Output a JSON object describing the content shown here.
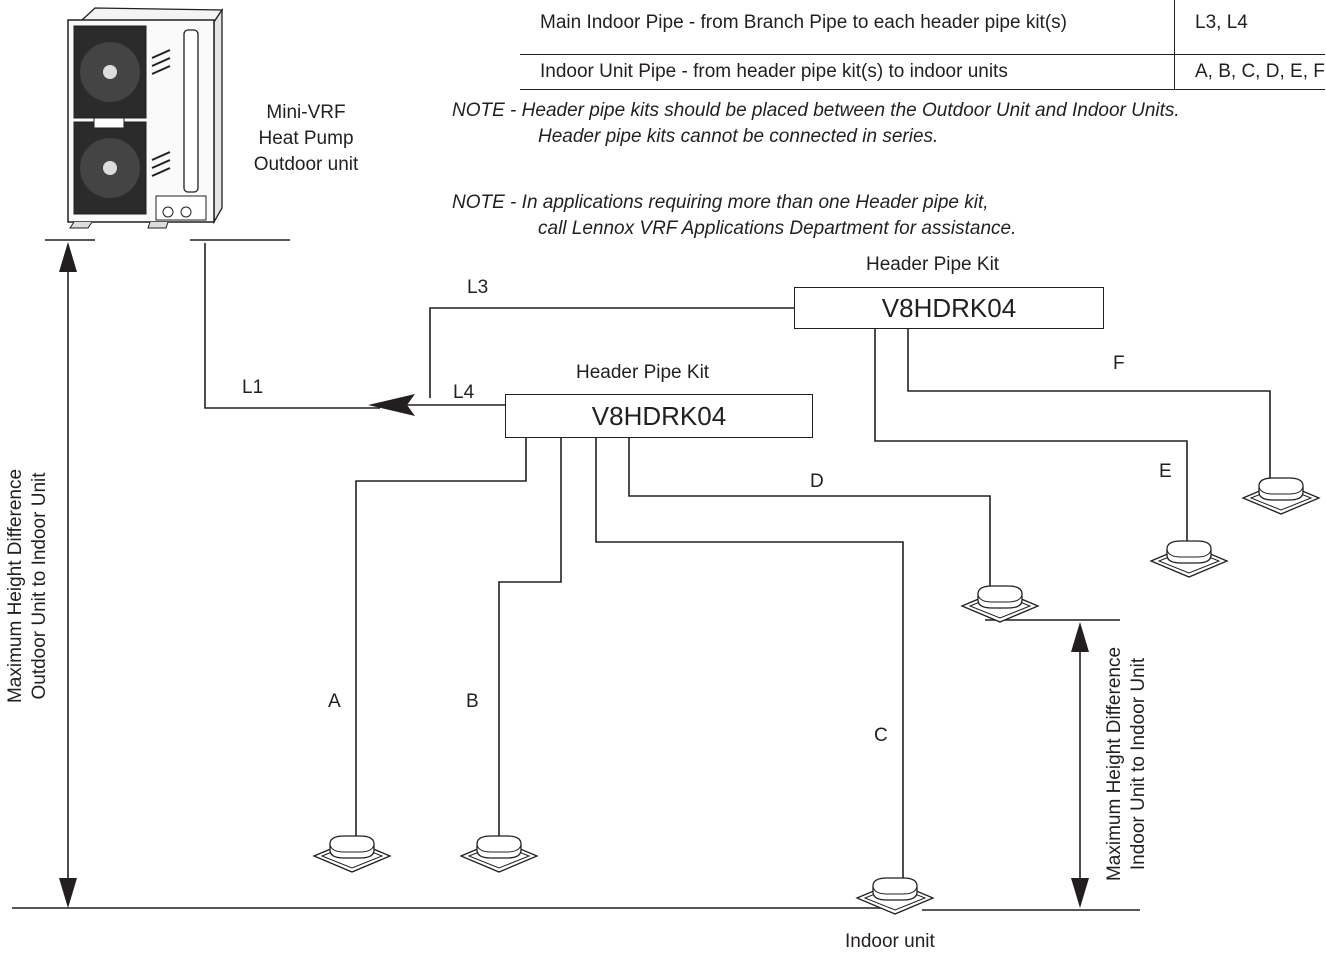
{
  "table": {
    "rows": [
      {
        "description": "Main Indoor Pipe - from Branch Pipe to each header pipe kit(s)",
        "pipes": "L3, L4"
      },
      {
        "description": "Indoor Unit Pipe - from header pipe kit(s) to indoor units",
        "pipes": "A, B, C, D, E, F"
      }
    ]
  },
  "notes": {
    "note1_prefix": "NOTE - ",
    "note1_line1": "Header pipe kits should be placed between the Outdoor Unit and Indoor Units.",
    "note1_line2": "Header pipe kits cannot be connected in series.",
    "note2_prefix": "NOTE - ",
    "note2_line1": "In applications requiring more than one Header pipe kit,",
    "note2_line2": "call Lennox VRF Applications Department for assistance."
  },
  "outdoor_unit": {
    "line1": "Mini-VRF",
    "line2": "Heat Pump",
    "line3": "Outdoor unit"
  },
  "kits": [
    {
      "title": "Header Pipe Kit",
      "model": "V8HDRK04"
    },
    {
      "title": "Header Pipe Kit",
      "model": "V8HDRK04"
    }
  ],
  "pipe_labels": {
    "L1": "L1",
    "L3": "L3",
    "L4": "L4",
    "A": "A",
    "B": "B",
    "C": "C",
    "D": "D",
    "E": "E",
    "F": "F"
  },
  "dimensions": {
    "outdoor_line1": "Maximum Height Difference",
    "outdoor_line2": "Outdoor Unit to Indoor Unit",
    "indoor_line1": "Maximum Height Difference",
    "indoor_line2": "Indoor Unit to Indoor Unit"
  },
  "indoor_unit_label": "Indoor unit",
  "colors": {
    "line": "#231f20",
    "background": "#ffffff"
  }
}
